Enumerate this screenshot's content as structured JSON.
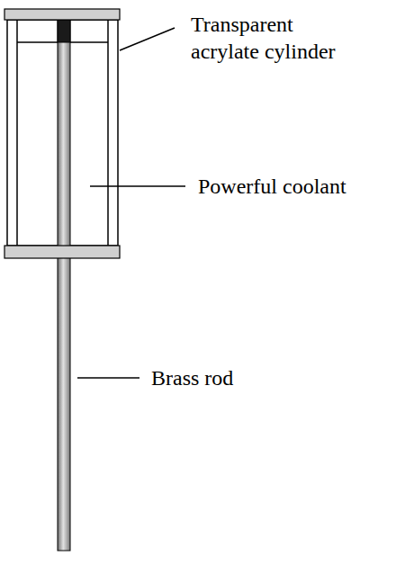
{
  "diagram": {
    "labels": [
      "Transparent acrylate cylinder",
      "Powerful coolant",
      "Brass rod"
    ]
  }
}
